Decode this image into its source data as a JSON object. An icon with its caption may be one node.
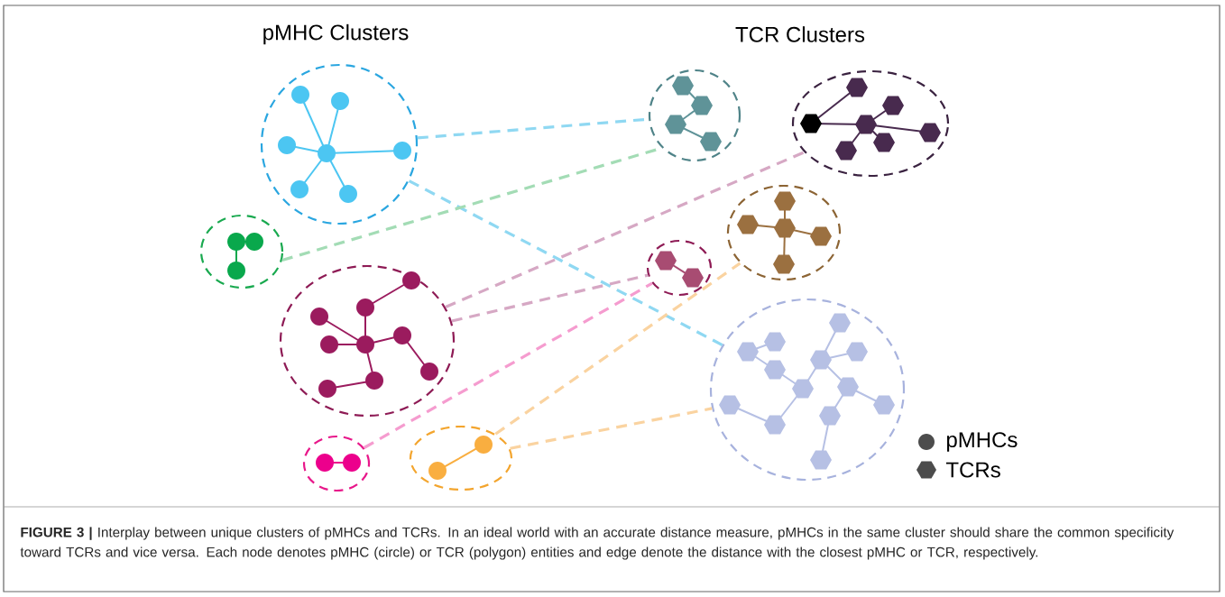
{
  "diagram": {
    "caption": "**FIGURE 3 |** Interplay between unique clusters of pMHCs and TCRs. In an ideal world with an accurate distance measure, pMHCs in the same cluster should share the common specificity toward TCRs and vice versa. Each node denotes pMHC (circle) or TCR (polygon) entities and edge denote the distance with the closest pMHC or TCR, respectively.",
    "nodes": [
      {
        "text": [],
        "shape": "circle"
      },
      {
        "text": [],
        "shape": "circle"
      },
      {
        "text": [],
        "shape": "circle"
      },
      {
        "text": [],
        "shape": "circle"
      },
      {
        "text": [],
        "shape": "circle"
      },
      {
        "text": [],
        "shape": "circle"
      },
      {
        "text": [],
        "shape": "circle"
      },
      {
        "text": [],
        "shape": "circle"
      },
      {
        "text": [],
        "shape": "circle"
      },
      {
        "text": [],
        "shape": "circle"
      }
    ],
    "edges": [
      {
        "from": 0,
        "to": 5,
        "arrow": "none",
        "style": "dashed",
        "color": "#8fd8f2"
      },
      {
        "from": 0,
        "to": 9,
        "arrow": "none",
        "style": "dashed",
        "color": "#8fd8f2"
      },
      {
        "from": 1,
        "to": 5,
        "arrow": "none",
        "style": "dashed",
        "color": "#a3dcb5"
      },
      {
        "from": 2,
        "to": 6,
        "arrow": "none",
        "style": "dashed",
        "color": "#d6a8c4"
      },
      {
        "from": 2,
        "to": 8,
        "arrow": "none",
        "style": "dashed",
        "color": "#d6a8c4"
      },
      {
        "from": 3,
        "to": 8,
        "arrow": "none",
        "style": "dashed",
        "color": "#f59ccf"
      },
      {
        "from": 4,
        "to": 7,
        "arrow": "none",
        "style": "dashed",
        "color": "#fad3a0"
      },
      {
        "from": 4,
        "to": 9,
        "arrow": "none",
        "style": "dashed",
        "color": "#fad3a0"
      }
    ],
    "labels": [
      "pMHC Clusters",
      "TCR Clusters"
    ],
    "legend": [
      {
        "text": "pMHCs"
      },
      {
        "text": "TCRs"
      }
    ]
  }
}
